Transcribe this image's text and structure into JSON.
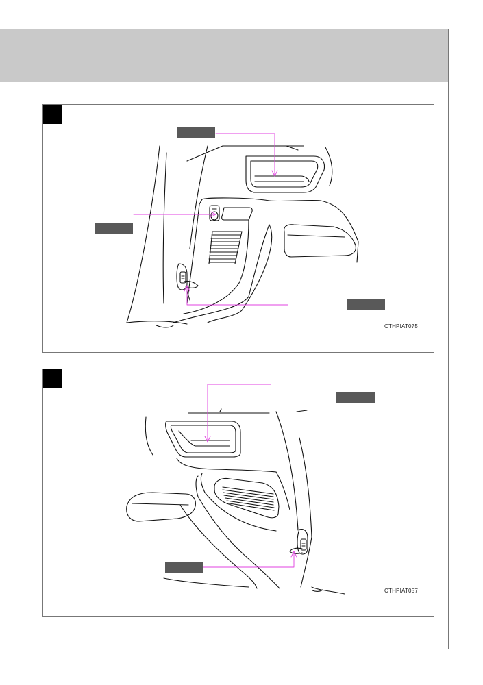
{
  "figures": [
    {
      "ref_code": "CTHPIAT075",
      "callouts": 3
    },
    {
      "ref_code": "CTHPIAT057",
      "callouts": 2
    }
  ],
  "colors": {
    "header_band": "#c9c9c9",
    "callout_box": "#595959",
    "leader_line": "#e040e0",
    "badge": "#000000"
  },
  "icons": [
    "figure-number-badge"
  ]
}
